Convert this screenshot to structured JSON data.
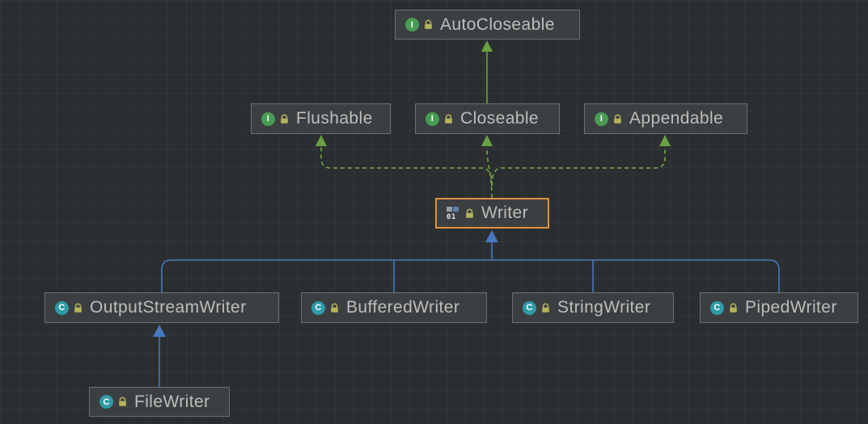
{
  "icons": {
    "interface_letter": "I",
    "class_letter": "C",
    "abstract_text": "01"
  },
  "colors": {
    "background": "#2b2e30",
    "node_background": "#3c3f41",
    "node_border": "#6e6e6e",
    "node_text": "#bdbdbd",
    "selected_border": "#e0913f",
    "interface_icon": "#499C54",
    "class_icon": "#2e9ba6",
    "lock_icon": "#b5b45c",
    "interface_edge": "#69a042",
    "class_edge": "#4678c0"
  },
  "nodes": {
    "autocloseable": {
      "label": "AutoCloseable",
      "kind": "interface"
    },
    "flushable": {
      "label": "Flushable",
      "kind": "interface"
    },
    "closeable": {
      "label": "Closeable",
      "kind": "interface"
    },
    "appendable": {
      "label": "Appendable",
      "kind": "interface"
    },
    "writer": {
      "label": "Writer",
      "kind": "abstract-class",
      "selected": true
    },
    "outputstreamwriter": {
      "label": "OutputStreamWriter",
      "kind": "class"
    },
    "bufferedwriter": {
      "label": "BufferedWriter",
      "kind": "class"
    },
    "stringwriter": {
      "label": "StringWriter",
      "kind": "class"
    },
    "pipedwriter": {
      "label": "PipedWriter",
      "kind": "class"
    },
    "filewriter": {
      "label": "FileWriter",
      "kind": "class"
    }
  },
  "edges": [
    {
      "from": "Closeable",
      "to": "AutoCloseable",
      "type": "extends",
      "style": "solid-green"
    },
    {
      "from": "Writer",
      "to": "Flushable",
      "type": "implements",
      "style": "dashed-green"
    },
    {
      "from": "Writer",
      "to": "Closeable",
      "type": "implements",
      "style": "dashed-green"
    },
    {
      "from": "Writer",
      "to": "Appendable",
      "type": "implements",
      "style": "dashed-green"
    },
    {
      "from": "OutputStreamWriter",
      "to": "Writer",
      "type": "extends",
      "style": "solid-blue"
    },
    {
      "from": "BufferedWriter",
      "to": "Writer",
      "type": "extends",
      "style": "solid-blue"
    },
    {
      "from": "StringWriter",
      "to": "Writer",
      "type": "extends",
      "style": "solid-blue"
    },
    {
      "from": "PipedWriter",
      "to": "Writer",
      "type": "extends",
      "style": "solid-blue"
    },
    {
      "from": "FileWriter",
      "to": "OutputStreamWriter",
      "type": "extends",
      "style": "solid-blue"
    }
  ]
}
